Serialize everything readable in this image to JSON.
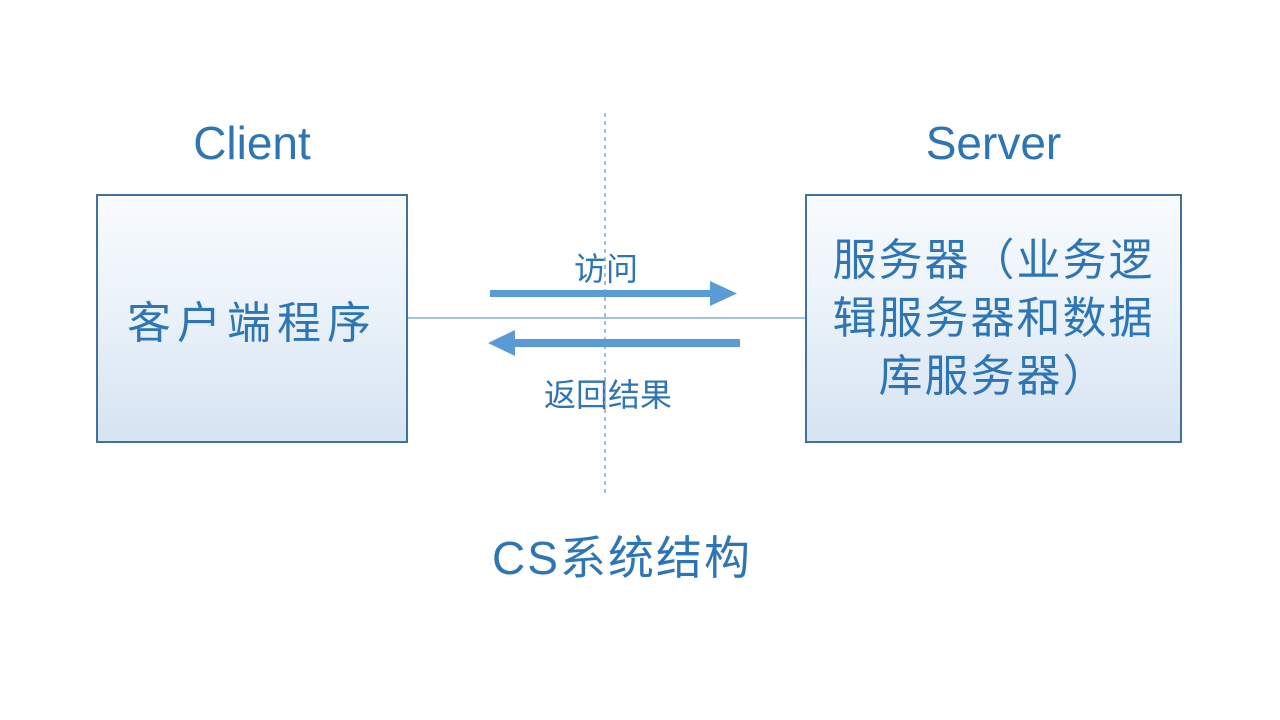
{
  "slide": {
    "headings": {
      "client": "Client",
      "server": "Server"
    },
    "client_box": {
      "label": "客户端程序"
    },
    "server_box": {
      "label": "服务器（业务逻辑服务器和数据库服务器）",
      "lines": [
        "服务器（业务逻",
        "辑服务器和数据",
        "库服务器）"
      ]
    },
    "flow": {
      "request_label": "访问",
      "response_label": "返回结果"
    },
    "caption": "CS系统结构"
  },
  "colors": {
    "heading_text": "#2e75b6",
    "box_border": "#41719c",
    "box_fill_top": "#f8fbfe",
    "box_fill_mid": "#e9f1f9",
    "box_fill_bottom": "#d6e3f1",
    "box_text": "#2e75b6",
    "label_text": "#2e75b6",
    "caption_text": "#2e75b6",
    "arrow": "#5b9bd5",
    "connector_line": "#89afd3",
    "dashed_line": "#8aa5bd"
  }
}
